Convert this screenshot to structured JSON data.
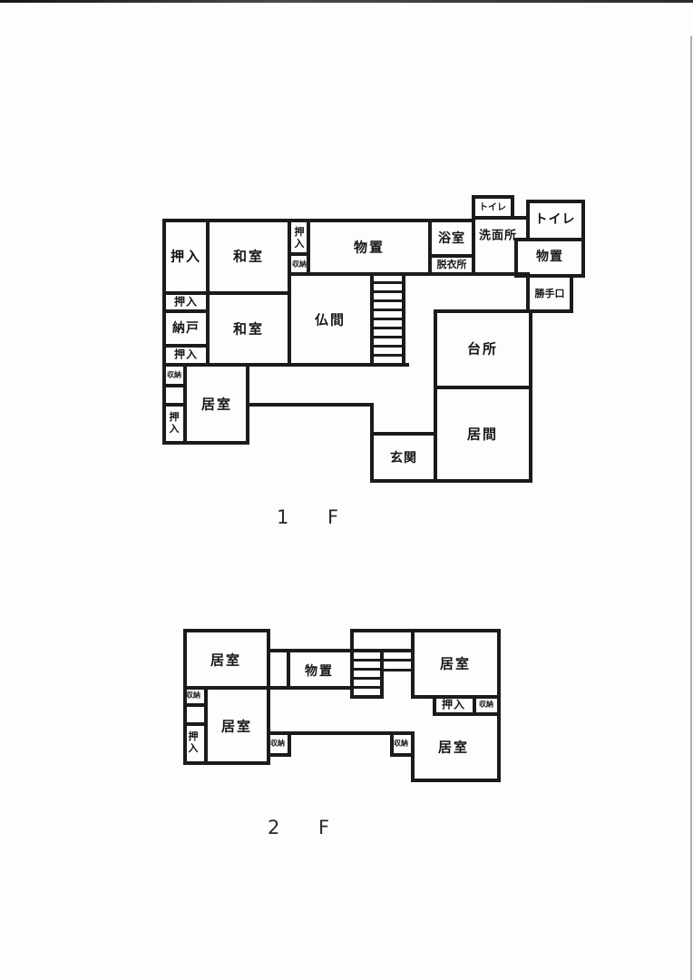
{
  "floor1": {
    "title": "1 F",
    "rooms": {
      "oshiire_top_left": "押入",
      "washitsu_top": "和室",
      "oshiire_small_top": "押入",
      "shunou_top": "収納",
      "monooki_top": "物置",
      "yokushitsu": "浴室",
      "datsuijo": "脱衣所",
      "senmenjo": "洗面所",
      "toilet_small": "トイレ",
      "toilet_large": "トイレ",
      "monooki_right": "物置",
      "katteguchi": "勝手口",
      "oshiire_middle": "押入",
      "nando": "納戸",
      "oshiire_lower": "押入",
      "washitsu_middle": "和室",
      "butsuma": "仏間",
      "shunou_left": "収納",
      "oshiire_left": "押入",
      "kyoshitsu": "居室",
      "genkan": "玄関",
      "daidokoro": "台所",
      "ima": "居間"
    }
  },
  "floor2": {
    "title": "2 F",
    "rooms": {
      "kyoshitsu_top_left": "居室",
      "shunou_left": "収納",
      "oshiire_left": "押入",
      "kyoshitsu_bottom_left": "居室",
      "monooki": "物置",
      "kyoshitsu_top_right": "居室",
      "oshiire_right": "押入",
      "shunou_right": "収納",
      "kyoshitsu_bottom_right": "居室",
      "shunou_hall_left": "収納",
      "shunou_hall_right": "収納"
    }
  }
}
